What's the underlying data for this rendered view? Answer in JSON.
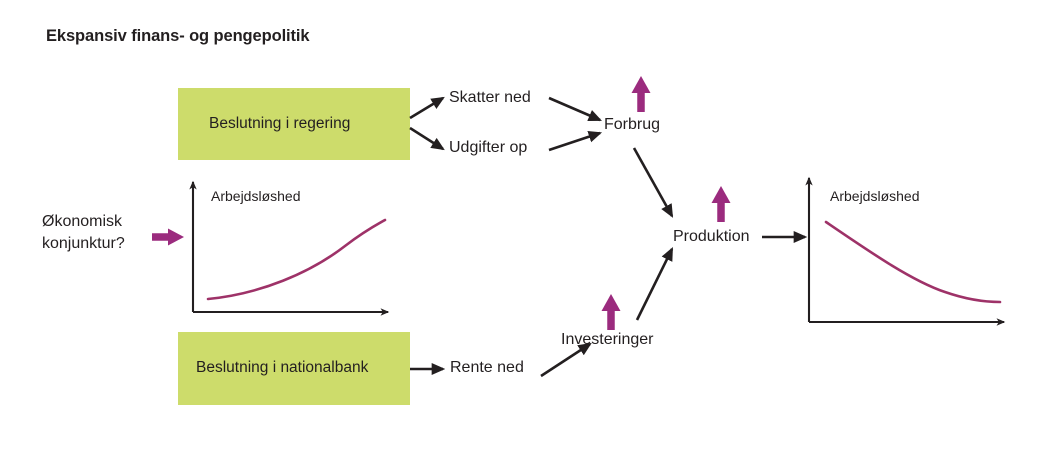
{
  "page": {
    "title": "Ekspansiv finans- og pengepolitik",
    "colors": {
      "box_fill": "#cddc6b",
      "accent_magenta": "#9b2b7e",
      "curve_magenta": "#9e3268",
      "arrow_black": "#231f20",
      "axis_black": "#231f20",
      "background": "#ffffff"
    }
  },
  "trigger": {
    "label_line1": "Økonomisk",
    "label_line2": "konjunktur?",
    "arrow_icon": "arrow-right-magenta-icon"
  },
  "boxes": [
    {
      "id": "government",
      "label": "Beslutning i regering"
    },
    {
      "id": "centralbank",
      "label": "Beslutning i nationalbank"
    }
  ],
  "nodes": [
    {
      "id": "skatter-ned",
      "label": "Skatter ned"
    },
    {
      "id": "udgifter-op",
      "label": "Udgifter op"
    },
    {
      "id": "forbrug",
      "label": "Forbrug"
    },
    {
      "id": "produktion",
      "label": "Produktion"
    },
    {
      "id": "investeringer",
      "label": "Investeringer"
    },
    {
      "id": "rente-ned",
      "label": "Rente ned"
    }
  ],
  "up_arrows": [
    {
      "id": "forbrug-up",
      "target": "Forbrug",
      "direction": "up",
      "color": "#9b2b7e"
    },
    {
      "id": "produktion-up",
      "target": "Produktion",
      "direction": "up",
      "color": "#9b2b7e"
    },
    {
      "id": "investeringer-up",
      "target": "Investeringer",
      "direction": "up",
      "color": "#9b2b7e"
    }
  ],
  "charts": [
    {
      "id": "chart-before",
      "label": "Arbejdsløshed",
      "trend": "rising",
      "axes": {
        "x": true,
        "y": true,
        "arrowheads": true,
        "ticks": false,
        "grid": false
      }
    },
    {
      "id": "chart-after",
      "label": "Arbejdsløshed",
      "trend": "falling",
      "axes": {
        "x": true,
        "y": true,
        "arrowheads": true,
        "ticks": false,
        "grid": false
      }
    }
  ],
  "flow_arrows": [
    {
      "from": "government",
      "to": "skatter-ned"
    },
    {
      "from": "government",
      "to": "udgifter-op"
    },
    {
      "from": "skatter-ned",
      "to": "forbrug"
    },
    {
      "from": "udgifter-op",
      "to": "forbrug"
    },
    {
      "from": "forbrug",
      "to": "produktion"
    },
    {
      "from": "investeringer",
      "to": "produktion"
    },
    {
      "from": "centralbank",
      "to": "rente-ned"
    },
    {
      "from": "rente-ned",
      "to": "investeringer"
    },
    {
      "from": "produktion",
      "to": "chart-after"
    },
    {
      "from": "trigger",
      "to": "chart-before"
    }
  ]
}
